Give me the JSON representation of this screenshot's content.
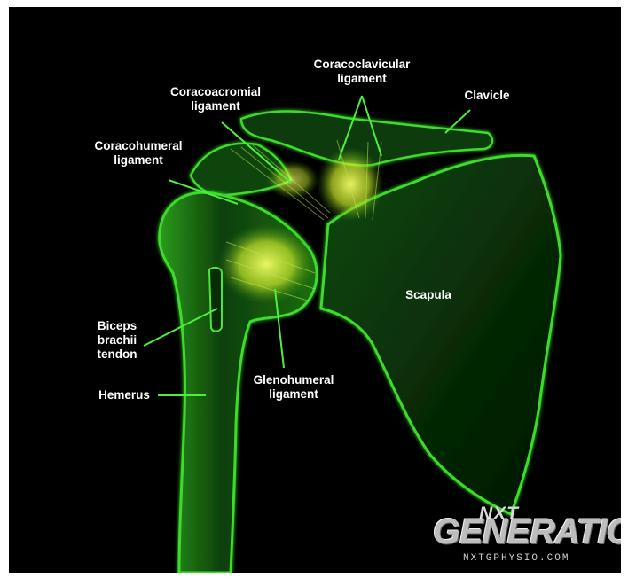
{
  "labels": {
    "coracoclavicular": [
      "Coracoclavicular",
      "ligament"
    ],
    "coracoacromial": [
      "Coracoacromial",
      "ligament"
    ],
    "clavicle": "Clavicle",
    "coracohumeral": [
      "Coracohumeral",
      "ligament"
    ],
    "scapula": "Scapula",
    "biceps": [
      "Biceps",
      "brachii",
      "tendon"
    ],
    "glenohumeral": [
      "Glenohumeral",
      "ligament"
    ],
    "hemerus": "Hemerus"
  },
  "logo": {
    "top": "NXT",
    "main": "GENERATION",
    "site": "NXTGPHYSIO.COM"
  },
  "colors": {
    "background": "#000000",
    "bone_glow": "#3ddc2a",
    "ligament": "#e6f53a",
    "label_text": "#ffffff"
  }
}
